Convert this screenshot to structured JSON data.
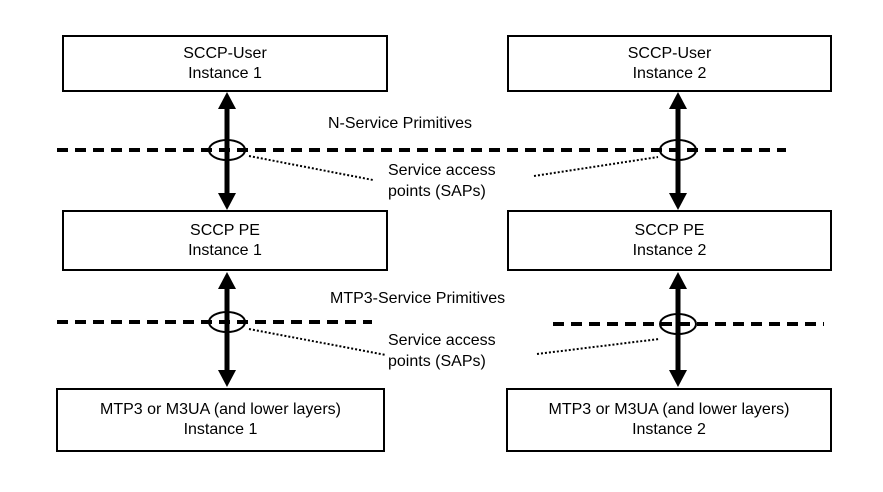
{
  "boxes": {
    "sccp_user_1": {
      "line1": "SCCP-User",
      "line2": "Instance 1"
    },
    "sccp_user_2": {
      "line1": "SCCP-User",
      "line2": "Instance 2"
    },
    "sccp_pe_1": {
      "line1": "SCCP PE",
      "line2": "Instance 1"
    },
    "sccp_pe_2": {
      "line1": "SCCP PE",
      "line2": "Instance 2"
    },
    "mtp3_1": {
      "line1": "MTP3 or M3UA (and lower layers)",
      "line2": "Instance 1"
    },
    "mtp3_2": {
      "line1": "MTP3 or M3UA (and lower layers)",
      "line2": "Instance 2"
    }
  },
  "labels": {
    "n_service_primitives": "N-Service Primitives",
    "mtp3_service_primitives": "MTP3-Service Primitives",
    "sap_upper": {
      "line1": "Service access",
      "line2": "points (SAPs)"
    },
    "sap_lower": {
      "line1": "Service access",
      "line2": "points (SAPs)"
    }
  },
  "colors": {
    "line": "#000000",
    "text": "#000000",
    "background": "#ffffff"
  }
}
